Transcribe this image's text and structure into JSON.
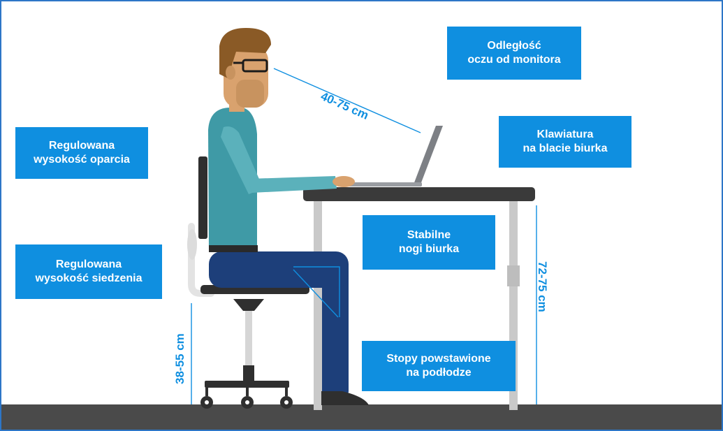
{
  "labels": {
    "eye_distance": [
      "Odległość",
      "oczu od monitora"
    ],
    "keyboard": [
      "Klawiatura",
      "na blacie biurka"
    ],
    "backrest": [
      "Regulowana",
      "wysokość oparcia"
    ],
    "seat_height": [
      "Regulowana",
      "wysokość siedzenia"
    ],
    "desk_legs": [
      "Stabilne",
      "nogi biurka"
    ],
    "feet": [
      "Stopy powstawione",
      "na podłodze"
    ]
  },
  "dimensions": {
    "eye_to_monitor": "40-75 cm",
    "desk_height": "72-75 cm",
    "seat_height": "38-55 cm"
  },
  "colors": {
    "accent": "#0f8fe0",
    "floor": "#4a4a4a",
    "desk_top": "#3a3a3a",
    "desk_legs": "#c9c9c9",
    "shirt": "#3f9aa6",
    "trousers": "#1d3f7a",
    "skin": "#d9a26e",
    "hair": "#8a5a26",
    "laptop": "#8c8f94"
  }
}
